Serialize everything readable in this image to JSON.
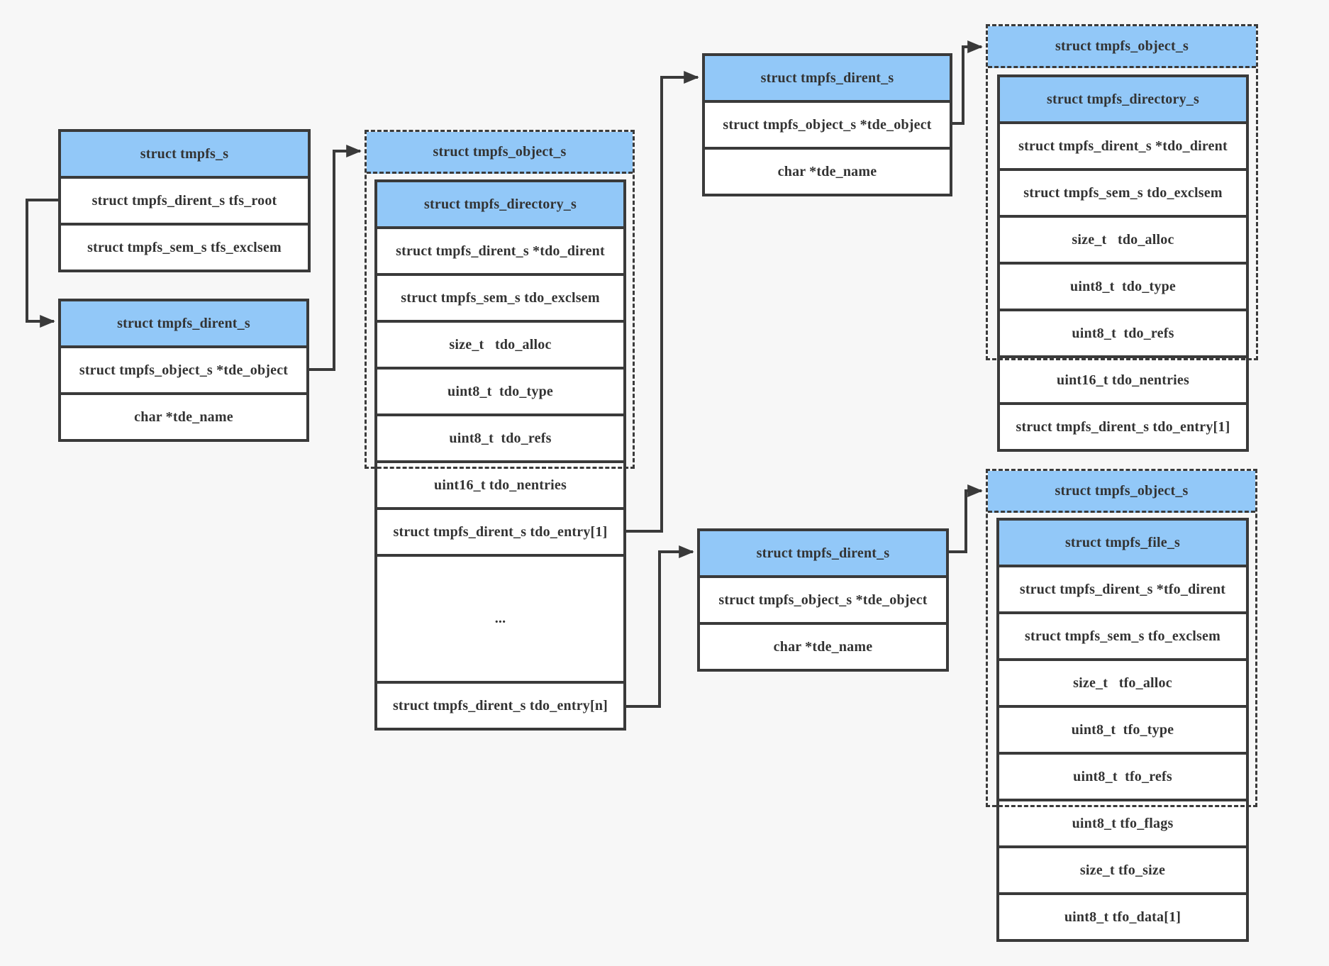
{
  "colors": {
    "background": "#f7f7f7",
    "header_blue": "#92c8f8",
    "border_dark": "#3a3a3a",
    "row_white": "#ffffff",
    "text": "#333333"
  },
  "boxes": {
    "tmpfs": {
      "title": "struct tmpfs_s",
      "fields": [
        "struct tmpfs_dirent_s tfs_root",
        "struct tmpfs_sem_s tfs_exclsem"
      ]
    },
    "dirent_root": {
      "title": "struct tmpfs_dirent_s",
      "fields": [
        "struct tmpfs_object_s *tde_object",
        "char *tde_name"
      ]
    },
    "object_root": {
      "object_title": "struct tmpfs_object_s",
      "struct_title": "struct tmpfs_directory_s",
      "fields": [
        "struct tmpfs_dirent_s *tdo_dirent",
        "struct tmpfs_sem_s tdo_exclsem",
        "size_t   tdo_alloc",
        "uint8_t  tdo_type",
        "uint8_t  tdo_refs"
      ],
      "tail_fields": [
        "uint16_t tdo_nentries",
        "struct tmpfs_dirent_s tdo_entry[1]",
        "...",
        "struct tmpfs_dirent_s tdo_entry[n]"
      ]
    },
    "dirent_entry_first": {
      "title": "struct tmpfs_dirent_s",
      "fields": [
        "struct tmpfs_object_s *tde_object",
        "char *tde_name"
      ]
    },
    "object_subdir": {
      "object_title": "struct tmpfs_object_s",
      "struct_title": "struct tmpfs_directory_s",
      "fields": [
        "struct tmpfs_dirent_s *tdo_dirent",
        "struct tmpfs_sem_s tdo_exclsem",
        "size_t   tdo_alloc",
        "uint8_t  tdo_type",
        "uint8_t  tdo_refs"
      ],
      "tail_fields": [
        "uint16_t tdo_nentries",
        "struct tmpfs_dirent_s tdo_entry[1]"
      ]
    },
    "dirent_entry_last": {
      "title": "struct tmpfs_dirent_s",
      "fields": [
        "struct tmpfs_object_s *tde_object",
        "char *tde_name"
      ]
    },
    "object_file": {
      "object_title": "struct tmpfs_object_s",
      "struct_title": "struct tmpfs_file_s",
      "fields": [
        "struct tmpfs_dirent_s *tfo_dirent",
        "struct tmpfs_sem_s tfo_exclsem",
        "size_t   tfo_alloc",
        "uint8_t  tfo_type",
        "uint8_t  tfo_refs"
      ],
      "tail_fields": [
        "uint8_t tfo_flags",
        "size_t tfo_size",
        "uint8_t tfo_data[1]"
      ]
    }
  }
}
